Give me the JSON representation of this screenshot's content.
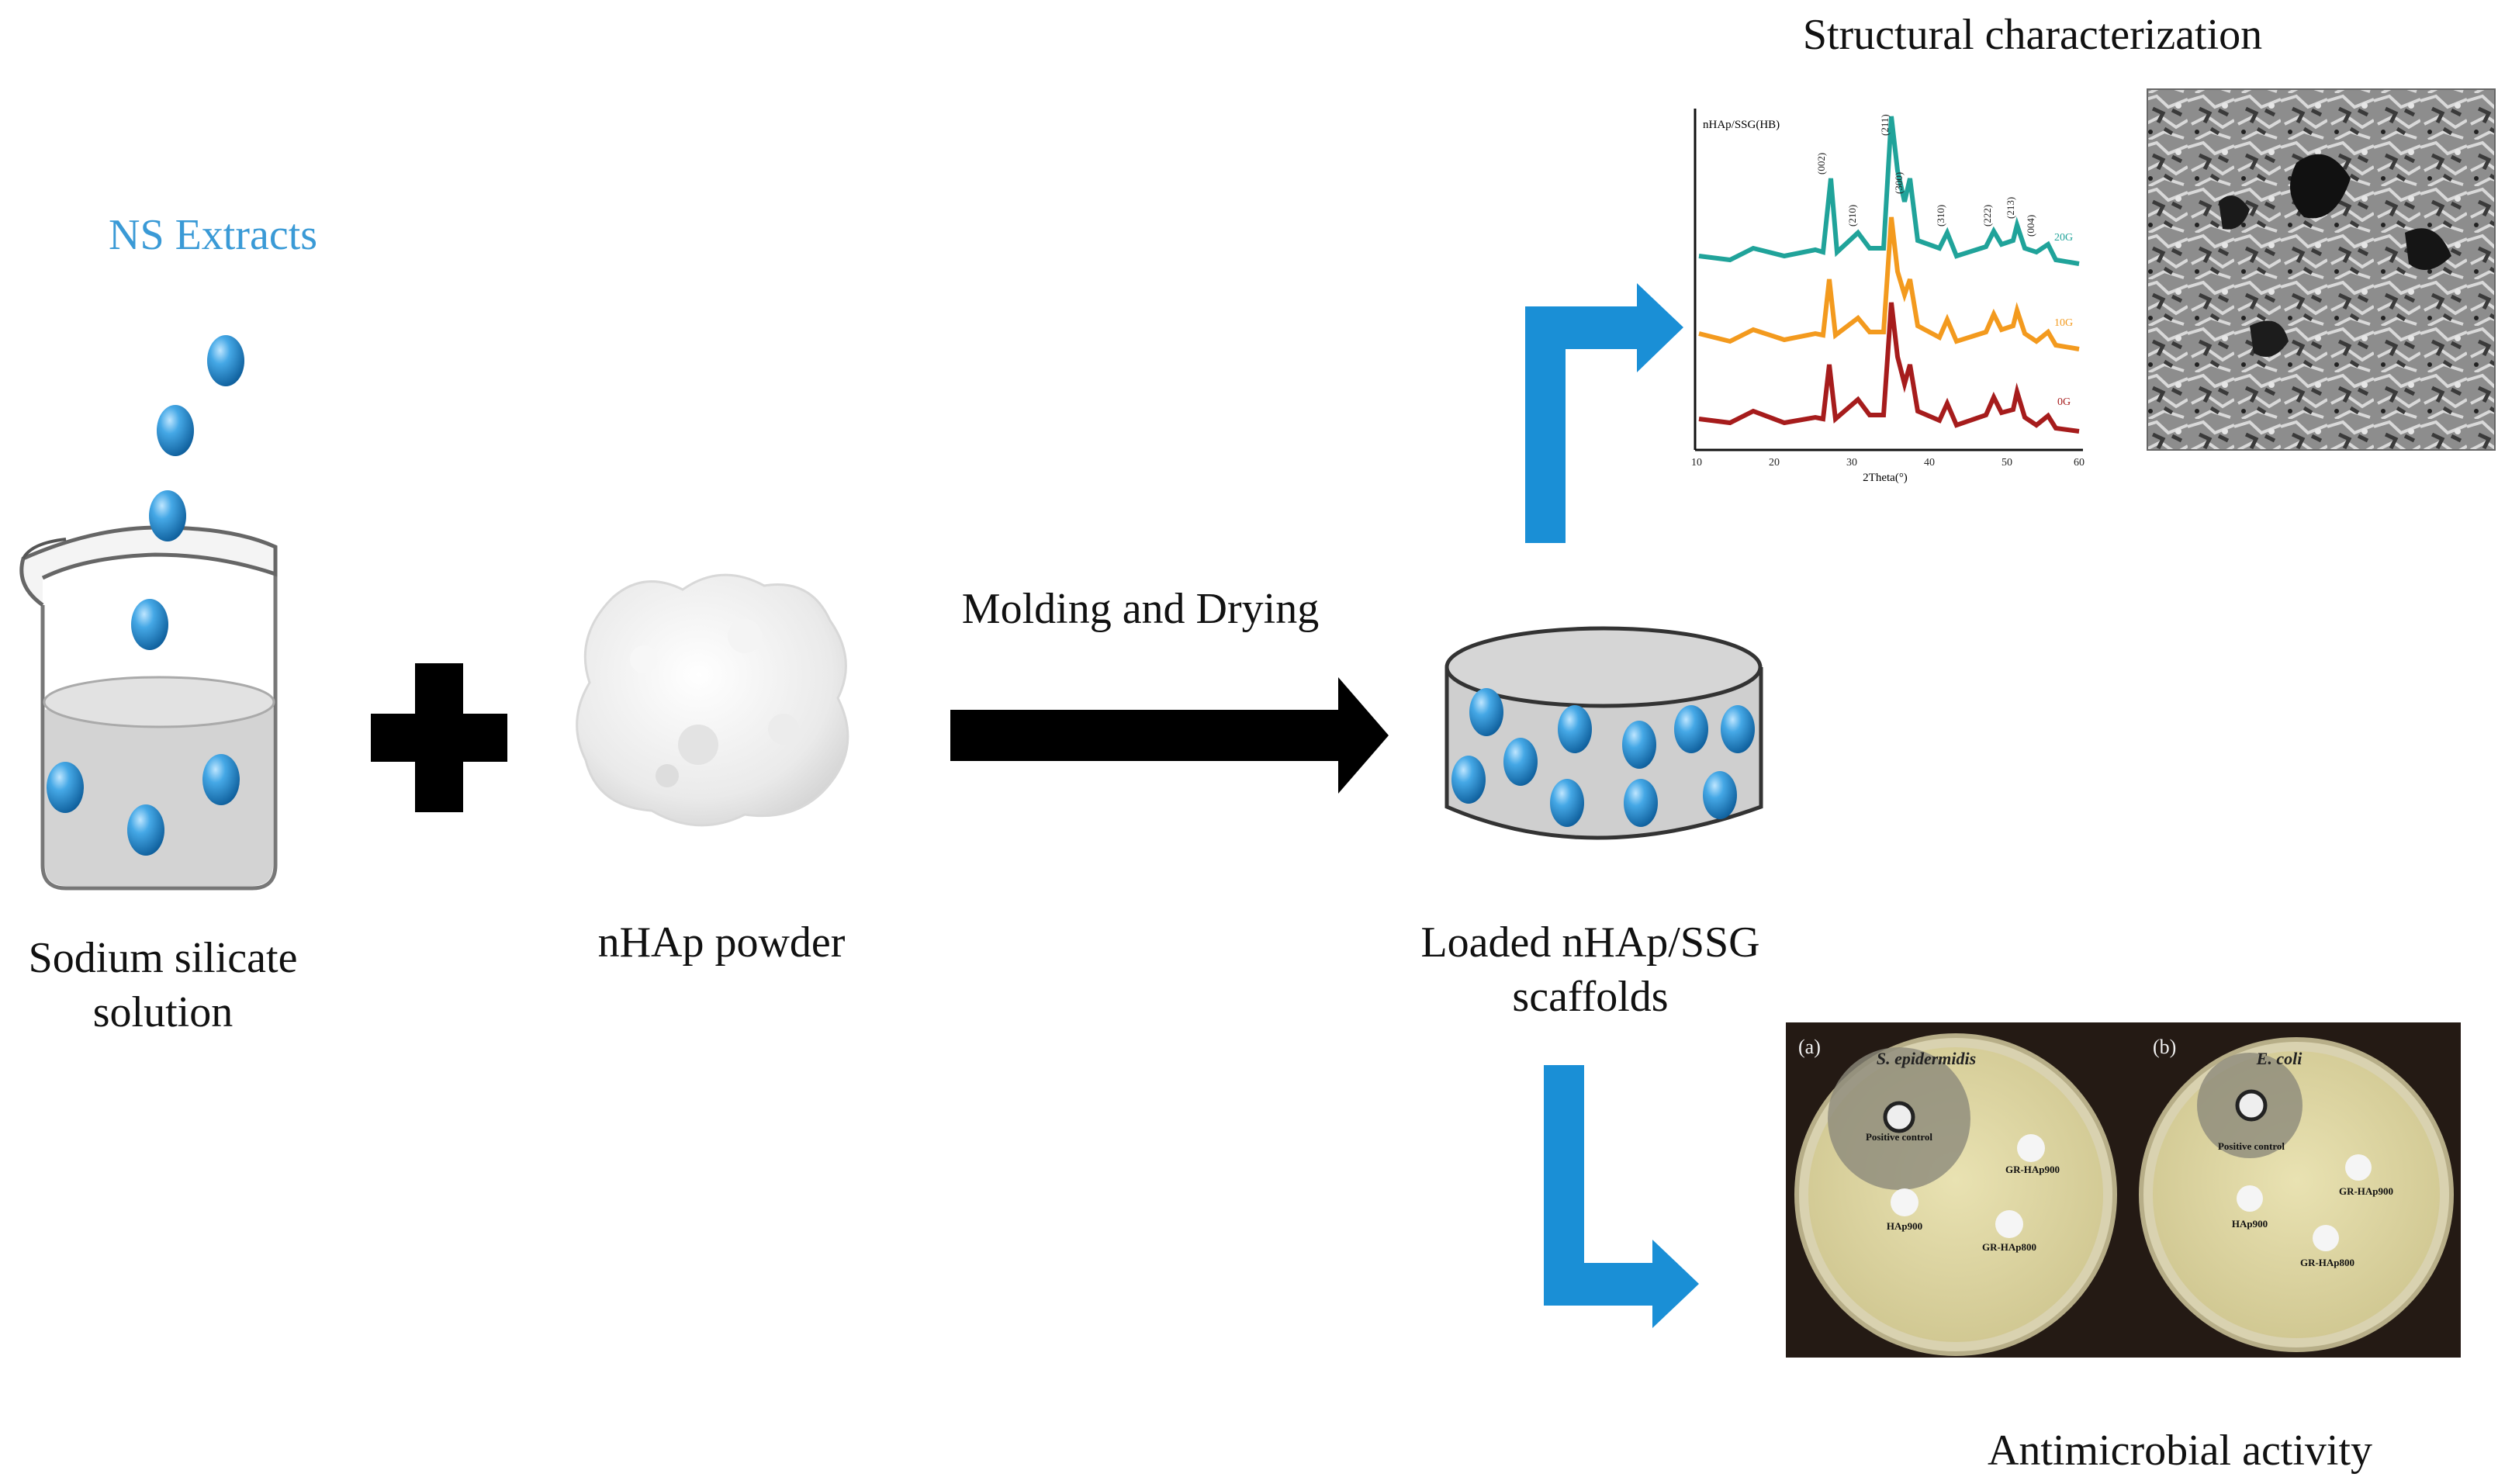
{
  "labels": {
    "ns_extracts": "NS Extracts",
    "sodium_silicate": "Sodium silicate\nsolution",
    "nhap_powder": "nHAp powder",
    "molding": "Molding and Drying",
    "loaded_scaffolds": "Loaded nHAp/SSG\nscaffolds",
    "structural": "Structural characterization",
    "antimicrobial": "Antimicrobial activity"
  },
  "xrd_panel": {
    "top_label": "nHAp/SSG(HB)",
    "xlabel": "2Theta(°)",
    "x_ticks": [
      "10",
      "20",
      "30",
      "40",
      "50",
      "60"
    ],
    "peak_labels": [
      "(002)",
      "(210)",
      "(211)",
      "(300)",
      "(310)",
      "(222)",
      "(213)",
      "(004)"
    ],
    "series_tags": [
      "20G",
      "10G",
      "0G"
    ]
  },
  "petri_panel": {
    "plates": [
      {
        "tag": "(a)",
        "organism": "S. epidermidis",
        "discs": [
          "Positive control",
          "GR-HAp900",
          "HAp900",
          "GR-HAp800"
        ]
      },
      {
        "tag": "(b)",
        "organism": "E. coli",
        "discs": [
          "Positive control",
          "GR-HAp900",
          "HAp900",
          "GR-HAp800"
        ]
      }
    ]
  },
  "colors": {
    "accent_blue": "#1a8fd6",
    "bead": "#2e8fd0",
    "liquid": "#d4d4d4",
    "xrd_teal": "#20a39a",
    "xrd_orange": "#f39a1e",
    "xrd_red": "#a61c1c"
  }
}
